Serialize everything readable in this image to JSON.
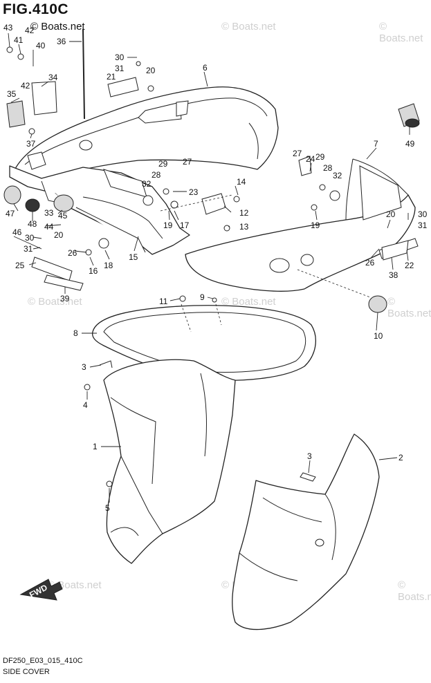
{
  "figure": {
    "title": "FIG.410C",
    "watermark": "© Boats.net",
    "code": "DF250_E03_015_410C",
    "caption": "SIDE COVER",
    "fwd_label": "FWD"
  },
  "callouts": [
    {
      "id": "c43",
      "label": "43"
    },
    {
      "id": "c41",
      "label": "41"
    },
    {
      "id": "c42a",
      "label": "42"
    },
    {
      "id": "c40",
      "label": "40"
    },
    {
      "id": "c42b",
      "label": "42"
    },
    {
      "id": "c34",
      "label": "34"
    },
    {
      "id": "c35",
      "label": "35"
    },
    {
      "id": "c37",
      "label": "37"
    },
    {
      "id": "c36",
      "label": "36"
    },
    {
      "id": "c30a",
      "label": "30"
    },
    {
      "id": "c31a",
      "label": "31"
    },
    {
      "id": "c20a",
      "label": "20"
    },
    {
      "id": "c21",
      "label": "21"
    },
    {
      "id": "c6",
      "label": "6"
    },
    {
      "id": "c49",
      "label": "49"
    },
    {
      "id": "c24",
      "label": "24"
    },
    {
      "id": "c7",
      "label": "7"
    },
    {
      "id": "c27a",
      "label": "27"
    },
    {
      "id": "c29a",
      "label": "29"
    },
    {
      "id": "c27b",
      "label": "27"
    },
    {
      "id": "c29b",
      "label": "29"
    },
    {
      "id": "c28a",
      "label": "28"
    },
    {
      "id": "c28b",
      "label": "28"
    },
    {
      "id": "c32a",
      "label": "32"
    },
    {
      "id": "c32b",
      "label": "32"
    },
    {
      "id": "c23",
      "label": "23"
    },
    {
      "id": "c14",
      "label": "14"
    },
    {
      "id": "c47",
      "label": "47"
    },
    {
      "id": "c48",
      "label": "48"
    },
    {
      "id": "c33",
      "label": "33"
    },
    {
      "id": "c45",
      "label": "45"
    },
    {
      "id": "c44",
      "label": "44"
    },
    {
      "id": "c46",
      "label": "46"
    },
    {
      "id": "c20b",
      "label": "20"
    },
    {
      "id": "c30b",
      "label": "30"
    },
    {
      "id": "c31b",
      "label": "31"
    },
    {
      "id": "c25",
      "label": "25"
    },
    {
      "id": "c26a",
      "label": "26"
    },
    {
      "id": "c16",
      "label": "16"
    },
    {
      "id": "c18",
      "label": "18"
    },
    {
      "id": "c15",
      "label": "15"
    },
    {
      "id": "c19a",
      "label": "19"
    },
    {
      "id": "c17",
      "label": "17"
    },
    {
      "id": "c12",
      "label": "12"
    },
    {
      "id": "c13",
      "label": "13"
    },
    {
      "id": "c19b",
      "label": "19"
    },
    {
      "id": "c20c",
      "label": "20"
    },
    {
      "id": "c30c",
      "label": "30"
    },
    {
      "id": "c31c",
      "label": "31"
    },
    {
      "id": "c26b",
      "label": "26"
    },
    {
      "id": "c22",
      "label": "22"
    },
    {
      "id": "c38",
      "label": "38"
    },
    {
      "id": "c39",
      "label": "39"
    },
    {
      "id": "c11",
      "label": "11"
    },
    {
      "id": "c9",
      "label": "9"
    },
    {
      "id": "c10",
      "label": "10"
    },
    {
      "id": "c8",
      "label": "8"
    },
    {
      "id": "c3a",
      "label": "3"
    },
    {
      "id": "c4",
      "label": "4"
    },
    {
      "id": "c1",
      "label": "1"
    },
    {
      "id": "c5",
      "label": "5"
    },
    {
      "id": "c3b",
      "label": "3"
    },
    {
      "id": "c2",
      "label": "2"
    }
  ]
}
